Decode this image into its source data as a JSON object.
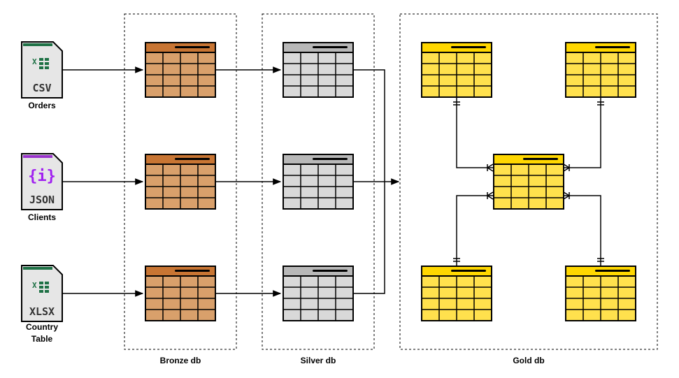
{
  "sources": [
    {
      "id": "orders",
      "badge": "CSV",
      "caption": [
        "Orders"
      ],
      "icon": "excel-icon",
      "accent": "#1e7145",
      "glyph_color": "#1e7145"
    },
    {
      "id": "clients",
      "badge": "JSON",
      "caption": [
        "Clients"
      ],
      "icon": "json-icon",
      "accent": "#9933cc",
      "glyph_color": "#a020f0"
    },
    {
      "id": "country",
      "badge": "XLSX",
      "caption": [
        "Country",
        "Table"
      ],
      "icon": "excel-icon",
      "accent": "#1e7145",
      "glyph_color": "#1e7145"
    }
  ],
  "layers": {
    "bronze": {
      "label": "Bronze db",
      "header": "#c87533",
      "body": "#d9a06b",
      "tables": 3
    },
    "silver": {
      "label": "Silver db",
      "header": "#b8b8b8",
      "body": "#d9d9d9",
      "tables": 3
    },
    "gold": {
      "label": "Gold db",
      "header": "#ffd700",
      "body": "#ffe14d",
      "tables": 5
    }
  },
  "json_glyph": "{i}",
  "colors": {
    "stroke": "#000000",
    "doc_fill": "#e6e6e6"
  }
}
